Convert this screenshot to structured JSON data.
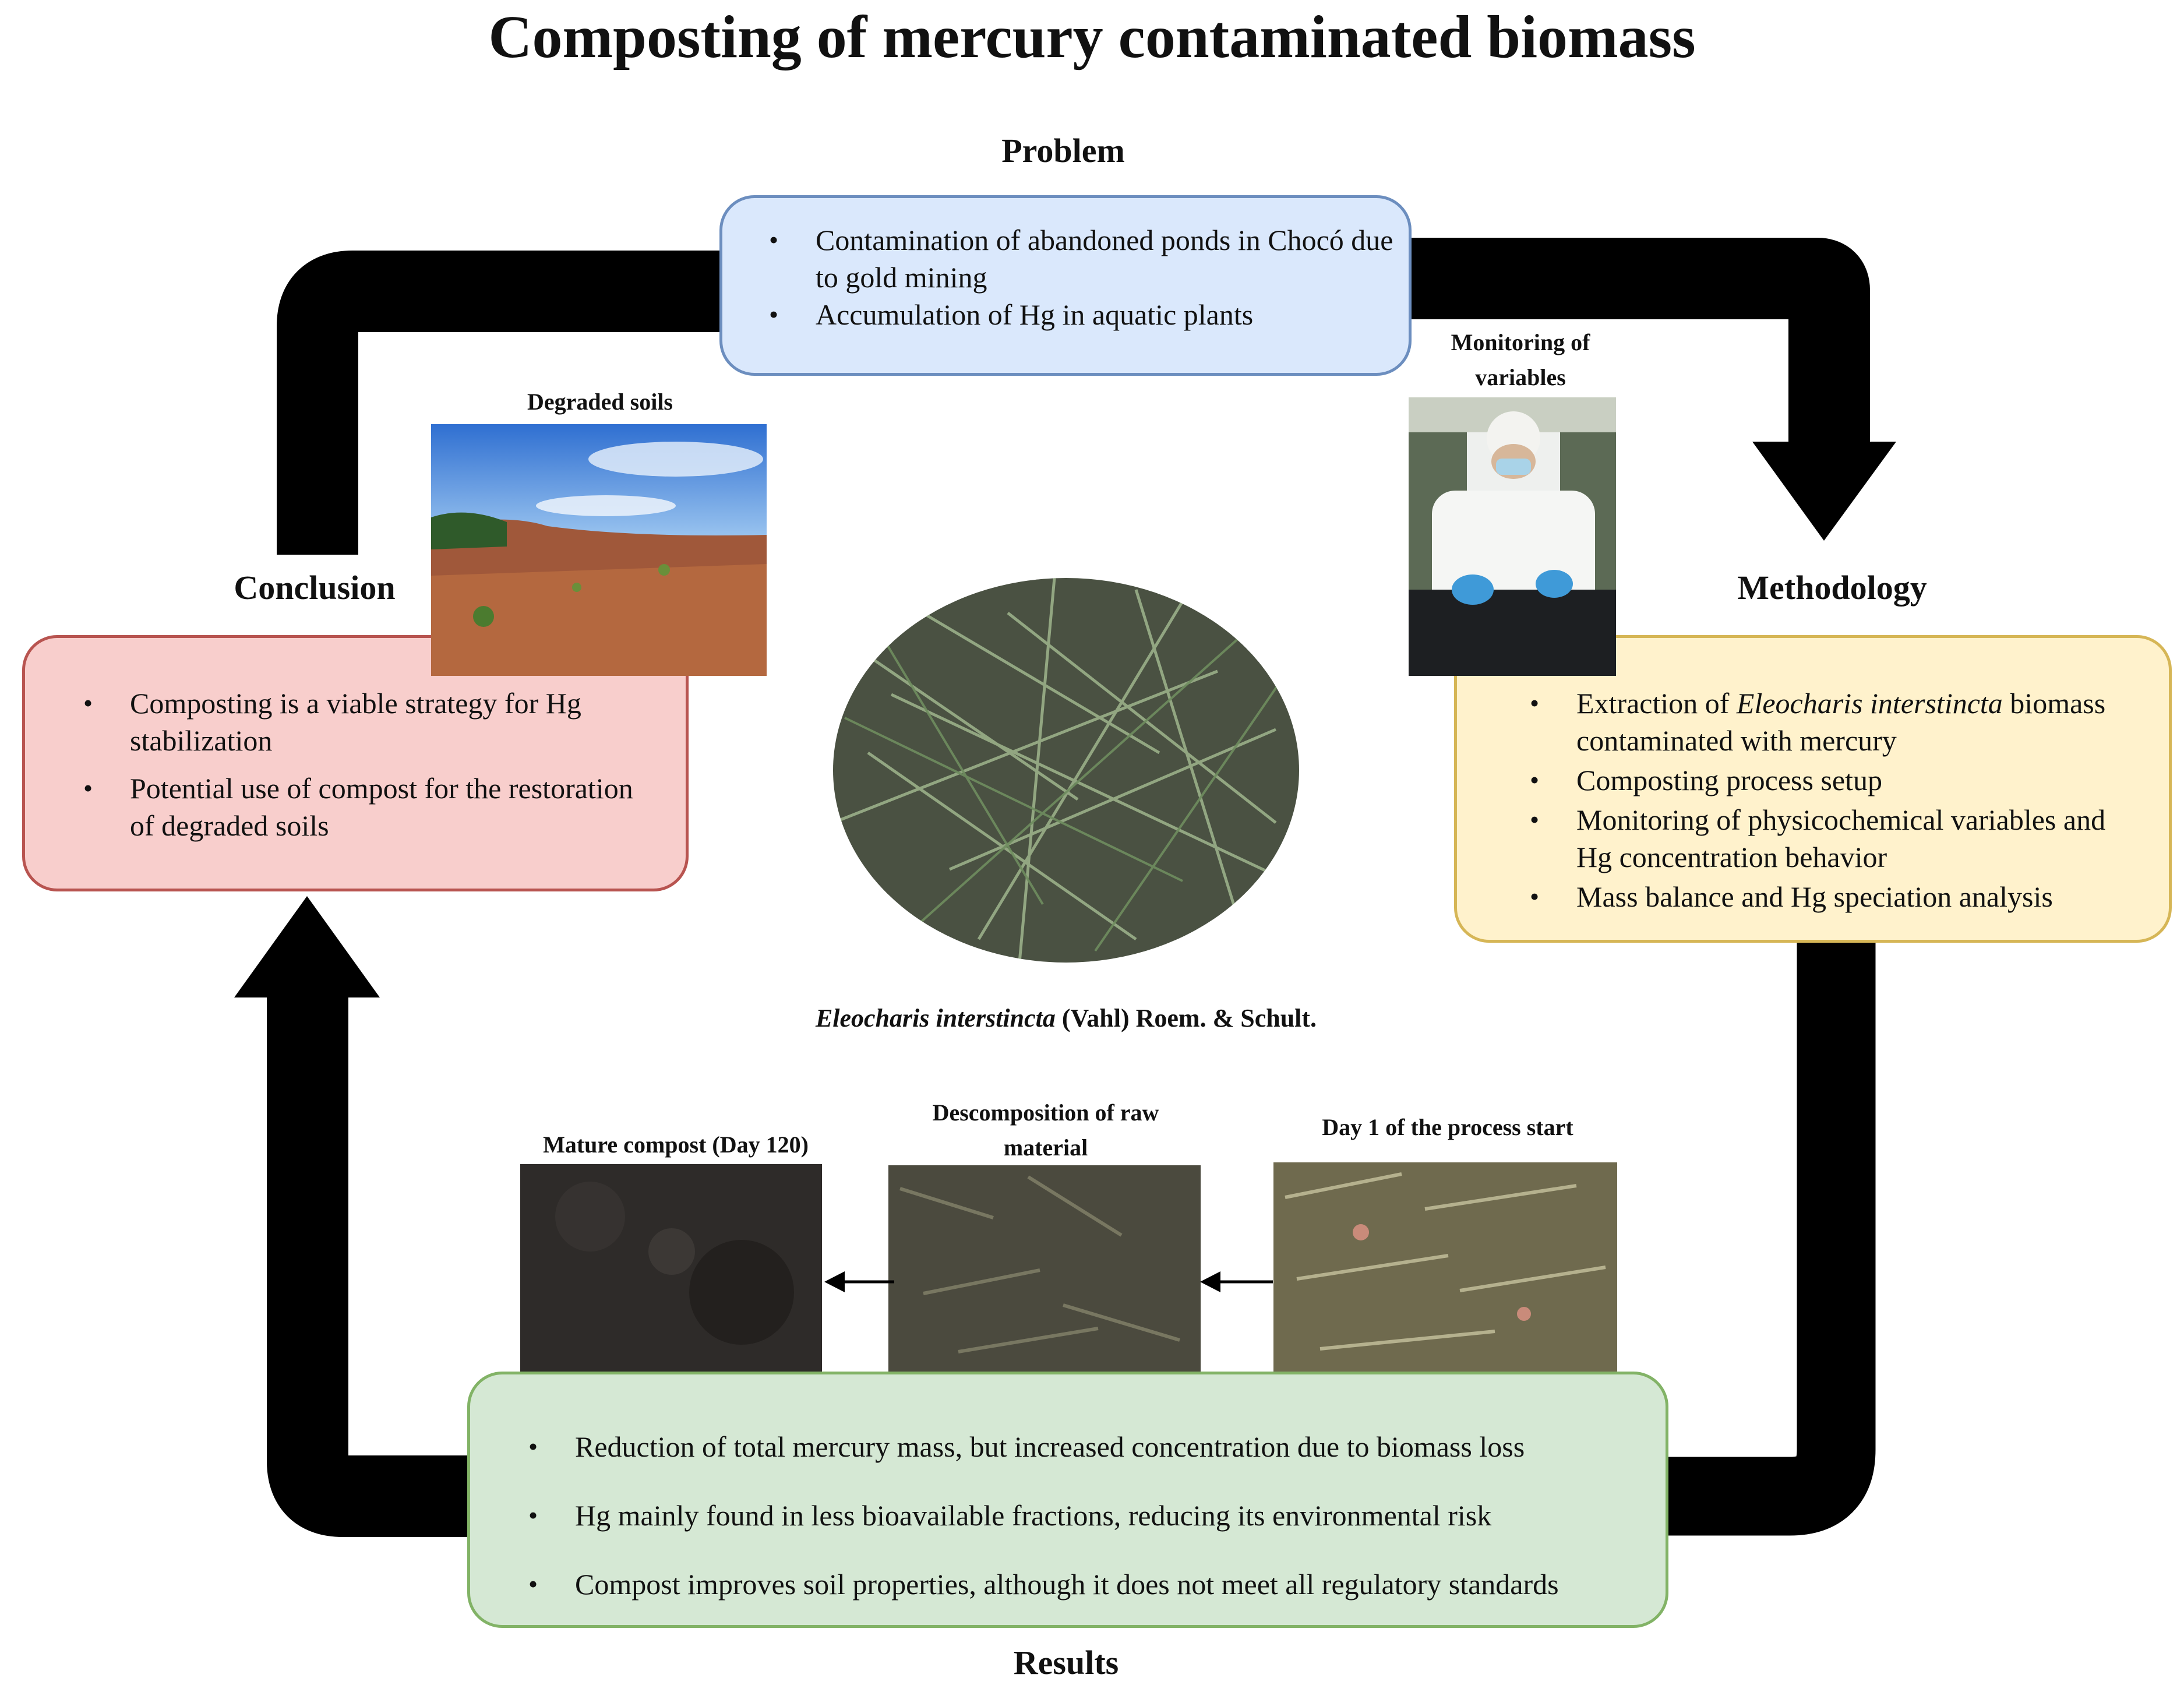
{
  "title": "Composting of mercury contaminated biomass",
  "headings": {
    "problem": "Problem",
    "methodology": "Methodology",
    "results": "Results",
    "conclusion": "Conclusion"
  },
  "problem": {
    "items": [
      "Contamination of abandoned ponds in Chocó due to gold mining",
      "Accumulation of Hg in aquatic plants"
    ]
  },
  "methodology": {
    "items": [
      {
        "prefix": "Extraction of ",
        "italic": "Eleocharis interstincta",
        "suffix": " biomass contaminated with mercury"
      },
      "Composting process setup",
      "Monitoring of physicochemical variables and Hg concentration behavior",
      "Mass balance and Hg speciation analysis"
    ]
  },
  "results": {
    "items": [
      "Reduction of total mercury mass, but increased concentration due to biomass loss",
      "Hg mainly found in less bioavailable fractions, reducing its environmental risk",
      "Compost improves soil properties, although it does not meet all regulatory standards"
    ]
  },
  "conclusion": {
    "items": [
      "Composting is a viable strategy for Hg stabilization",
      "Potential use of compost for the restoration of degraded soils"
    ]
  },
  "photos": {
    "degraded_soils": "Degraded soils",
    "monitoring": "Monitoring of variables",
    "mature_compost": "Mature compost (Day 120)",
    "decomposition": "Descomposition of raw material",
    "day1": "Day 1 of the process start"
  },
  "species": {
    "italic": "Eleocharis interstincta",
    "authority": " (Vahl) Roem. & Schult."
  },
  "colors": {
    "problem_fill": "#dae8fc",
    "problem_border": "#6c8ebf",
    "methodology_fill": "#fff2cc",
    "methodology_border": "#d6b656",
    "results_fill": "#d5e8d4",
    "results_border": "#82b366",
    "conclusion_fill": "#f8cecc",
    "conclusion_border": "#b85450",
    "cycle_arrow": "#000000"
  }
}
